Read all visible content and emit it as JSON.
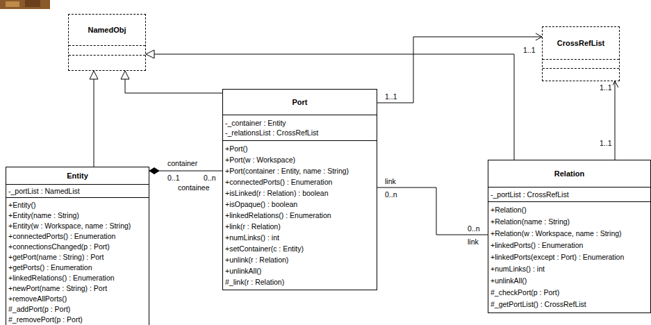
{
  "diagram": {
    "nodes": [
      {
        "text": [
          "NamedObj"
        ]
      },
      {
        "text": [
          "CrossRefList"
        ]
      },
      {
        "text": [
          "Port",
          "-_container : Entity",
          "-_relationsList : CrossRefList",
          "+Port()",
          "+Port(w : Workspace)",
          "+Port(container : Entity, name : String)",
          "+connectedPorts() : Enumeration",
          "+isLinked(r : Relation) : boolean",
          "+isOpaque() : boolean",
          "+linkedRelations() : Enumeration",
          "+link(r : Relation)",
          "+numLinks() : int",
          "+setContainer(c : Entity)",
          "+unlink(r : Relation)",
          "+unlinkAll()",
          "#_link(r : Relation)"
        ]
      },
      {
        "text": [
          "Entity",
          "-_portList : NamedList",
          "+Entity()",
          "+Entity(name : String)",
          "+Entity(w : Workspace, name : String)",
          "+connectedPorts() : Enumeration",
          "+connectionsChanged(p : Port)",
          "+getPort(name : String) : Port",
          "+getPorts() : Enumeration",
          "+linkedRelations() : Enumeration",
          "+newPort(name : String) : Port",
          "+removeAllPorts()",
          "#_addPort(p : Port)",
          "#_removePort(p : Port)"
        ]
      },
      {
        "text": [
          "Relation",
          "-_portList : CrossRefList",
          "+Relation()",
          "+Relation(name : String)",
          "+Relation(w : Workspace, name : String)",
          "+linkedPorts() : Enumeration",
          "+linkedPorts(except : Port) : Enumeration",
          "+numLinks() : int",
          "+unlinkAll()",
          "#_checkPort(p : Port)",
          "#_getPortList() : CrossRefList"
        ]
      }
    ],
    "edges": [
      {
        "from": 3,
        "to": 0,
        "arrow": "to"
      },
      {
        "from": 2,
        "to": 0,
        "arrow": "to"
      },
      {
        "from": 4,
        "to": 0,
        "arrow": "to"
      },
      {
        "from": 2,
        "to": 1,
        "arrow": "to"
      },
      {
        "from": 4,
        "to": 1,
        "arrow": "to"
      },
      {
        "from": 2,
        "to": 3,
        "arrow": "to"
      },
      {
        "from": 2,
        "to": 4,
        "arrow": "none"
      }
    ],
    "labels": [
      "1..1",
      "1..1",
      "1..1",
      "1..1",
      "container",
      "0..1",
      "0..n",
      "containee",
      "link",
      "0..n",
      "0..n",
      "link"
    ]
  }
}
